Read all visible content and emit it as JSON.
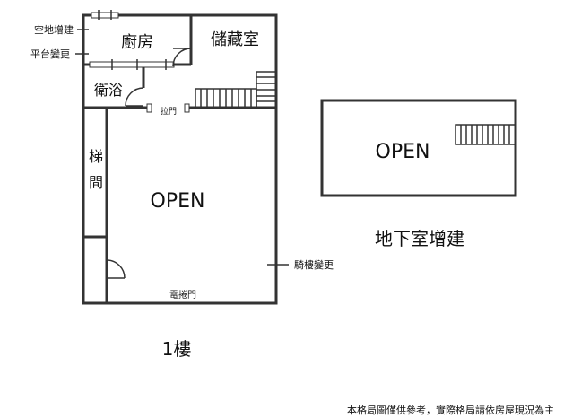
{
  "rooms": {
    "kitchen": "廚房",
    "storage": "儲藏室",
    "bathroom": "衛浴",
    "stair_char1": "梯",
    "stair_char2": "間",
    "open_main": "OPEN",
    "open_basement": "OPEN"
  },
  "annotations": {
    "vacant_extension": "空地增建",
    "platform_change": "平台變更",
    "sliding_door": "拉門",
    "arcade_change": "騎樓變更",
    "rolling_door": "電捲門"
  },
  "captions": {
    "basement_extension": "地下室增建",
    "first_floor": "1樓",
    "disclaimer": "本格局圖僅供參考，實際格局請依房屋現況為主"
  }
}
